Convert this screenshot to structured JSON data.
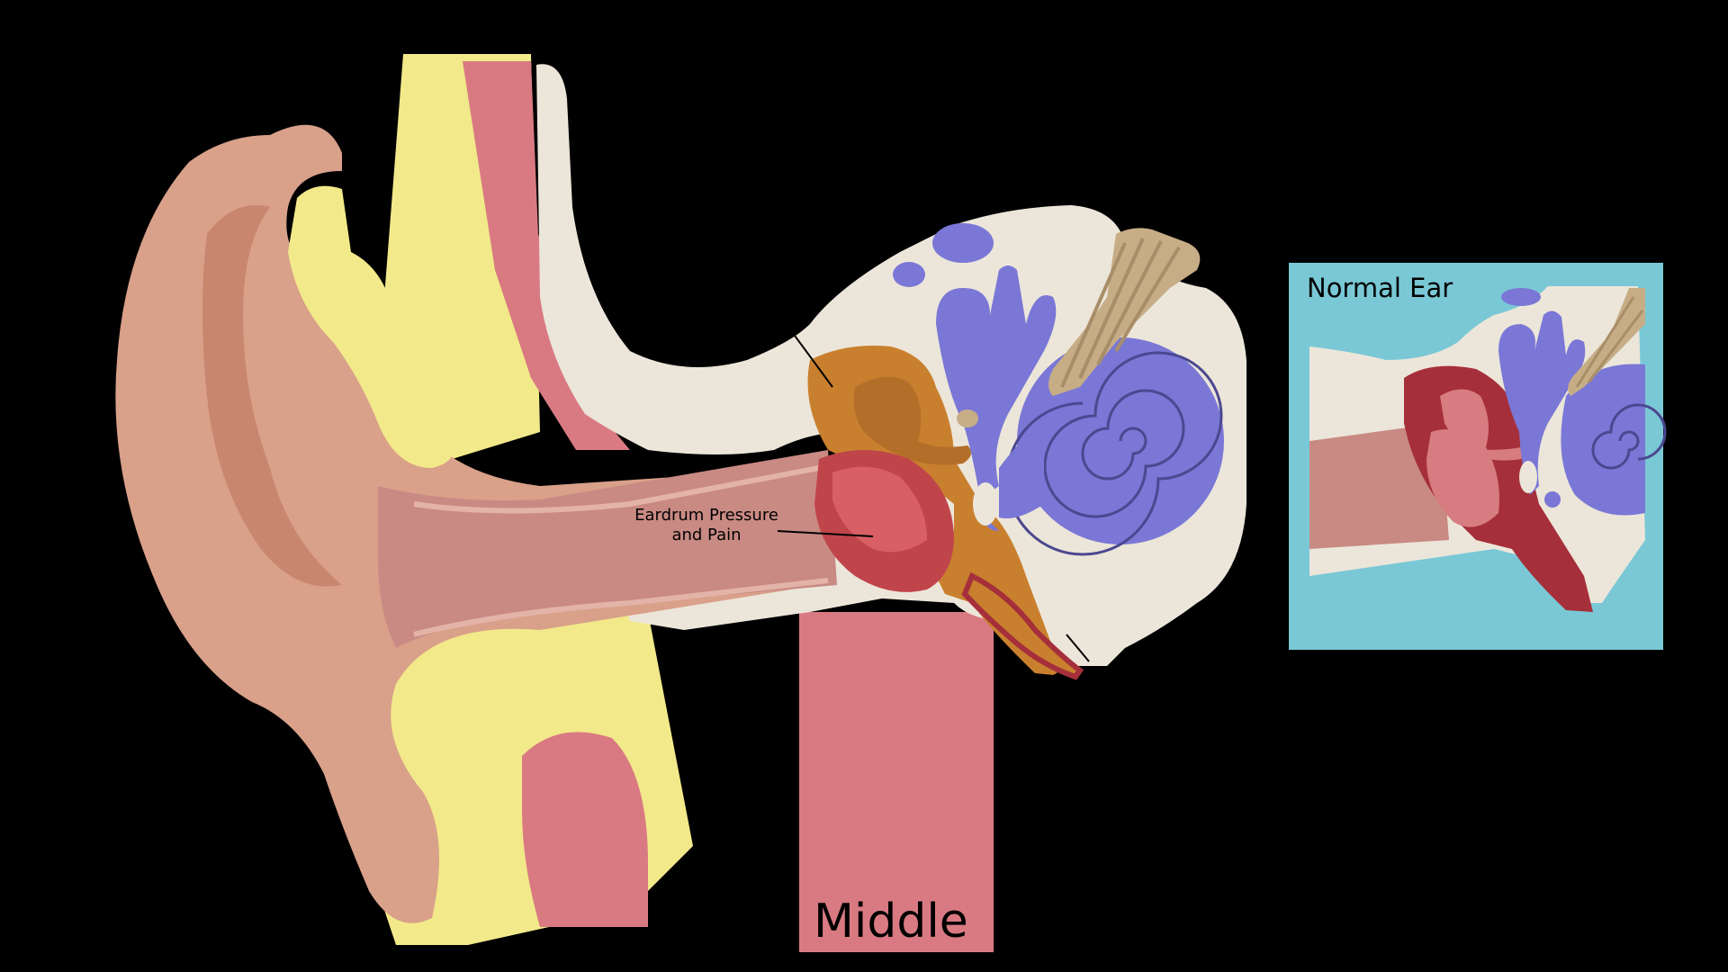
{
  "labels": {
    "eardrum_line1": "Eardrum Pressure",
    "eardrum_line2": "and Pain",
    "middle": "Middle",
    "inset_title": "Normal Ear"
  },
  "colors": {
    "background": "#000000",
    "skin": "#d9a08a",
    "fat": "#f2e98a",
    "muscle": "#d97a82",
    "bone": "#ece6da",
    "canal": "#c98a84",
    "eardrum": "#c0454a",
    "middle_ear_fluid": "#c9802e",
    "inner_ear": "#7a77d6",
    "nerve": "#c7ad86",
    "inset_bg": "#7ac8d6",
    "inset_tissue": "#a52f3a"
  }
}
